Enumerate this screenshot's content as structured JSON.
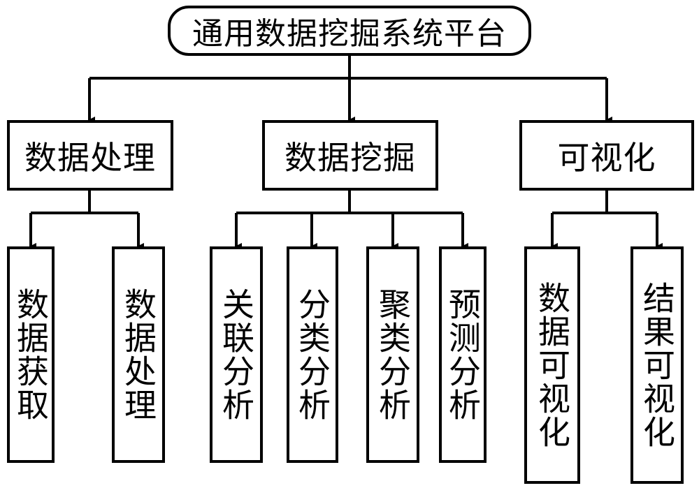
{
  "root": {
    "label": "通用数据挖掘系统平台"
  },
  "modules": [
    {
      "label": "数据处理",
      "children": [
        "数据获取",
        "数据处理"
      ]
    },
    {
      "label": "数据挖掘",
      "children": [
        "关联分析",
        "分类分析",
        "聚类分析",
        "预测分析"
      ]
    },
    {
      "label": "可视化",
      "children": [
        "数据可视化",
        "结果可视化"
      ]
    }
  ]
}
